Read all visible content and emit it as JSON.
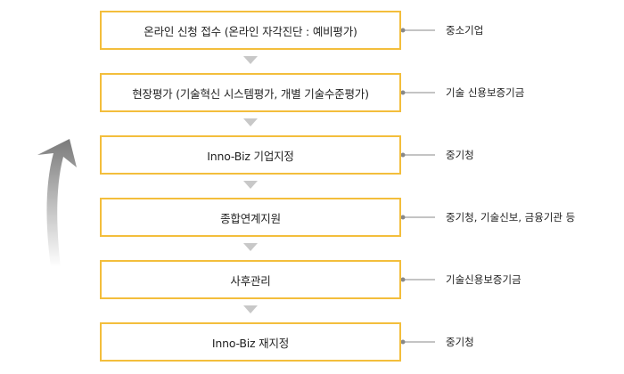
{
  "steps": [
    {
      "label": "온라인 신청 접수 (온라인 자각진단 : 예비평가)",
      "agency": "중소기업"
    },
    {
      "label": "현장평가 (기술혁신 시스템평가, 개별 기술수준평가)",
      "agency": "기술 신용보증기금"
    },
    {
      "label": "Inno-Biz 기업지정",
      "agency": "중기청"
    },
    {
      "label": "종합연계지원",
      "agency": "중기청, 기술신보, 금융기관 등"
    },
    {
      "label": "사후관리",
      "agency": "기술신용보증기금"
    },
    {
      "label": "Inno-Biz 재지정",
      "agency": "중기청"
    }
  ],
  "colors": {
    "box_border": "#f3be3c",
    "down_arrow": "#c8c8c8",
    "connector": "#888888",
    "cycle_arrow": "#8a8a8a"
  },
  "icons": {
    "down_arrow": "triangle-down-icon",
    "cycle_arrow": "curved-up-arrow-icon"
  }
}
